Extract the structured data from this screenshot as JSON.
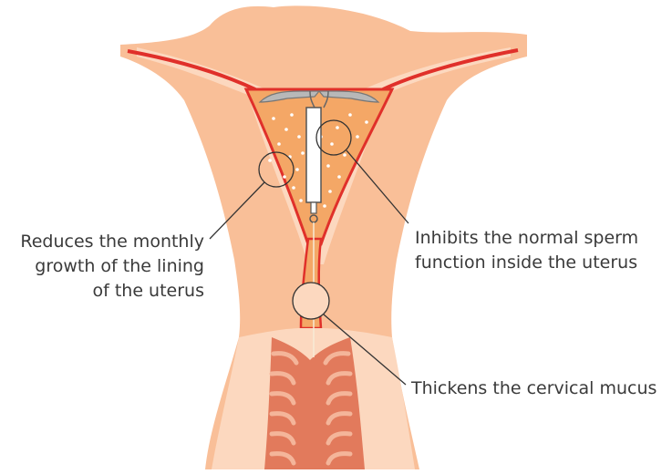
{
  "annotations": {
    "lining": [
      "Reduces the monthly",
      "growth of the lining",
      "of the uterus"
    ],
    "sperm": [
      "Inhibits the normal sperm",
      "function inside the uterus"
    ],
    "mucus": [
      "Thickens the cervical mucus"
    ]
  },
  "colors": {
    "tissue": "#f9bf98",
    "tissue_light": "#fcd8bf",
    "cavity": "#f4a766",
    "lining_red": "#e0302a",
    "cervix_inner": "#e27a5c",
    "cervix_ridge": "#f4b59a",
    "device": "#ffffff",
    "device_arm": "#b8b8b8",
    "outline": "#333333"
  },
  "icons": {
    "device": "intrauterine-device-icon"
  }
}
